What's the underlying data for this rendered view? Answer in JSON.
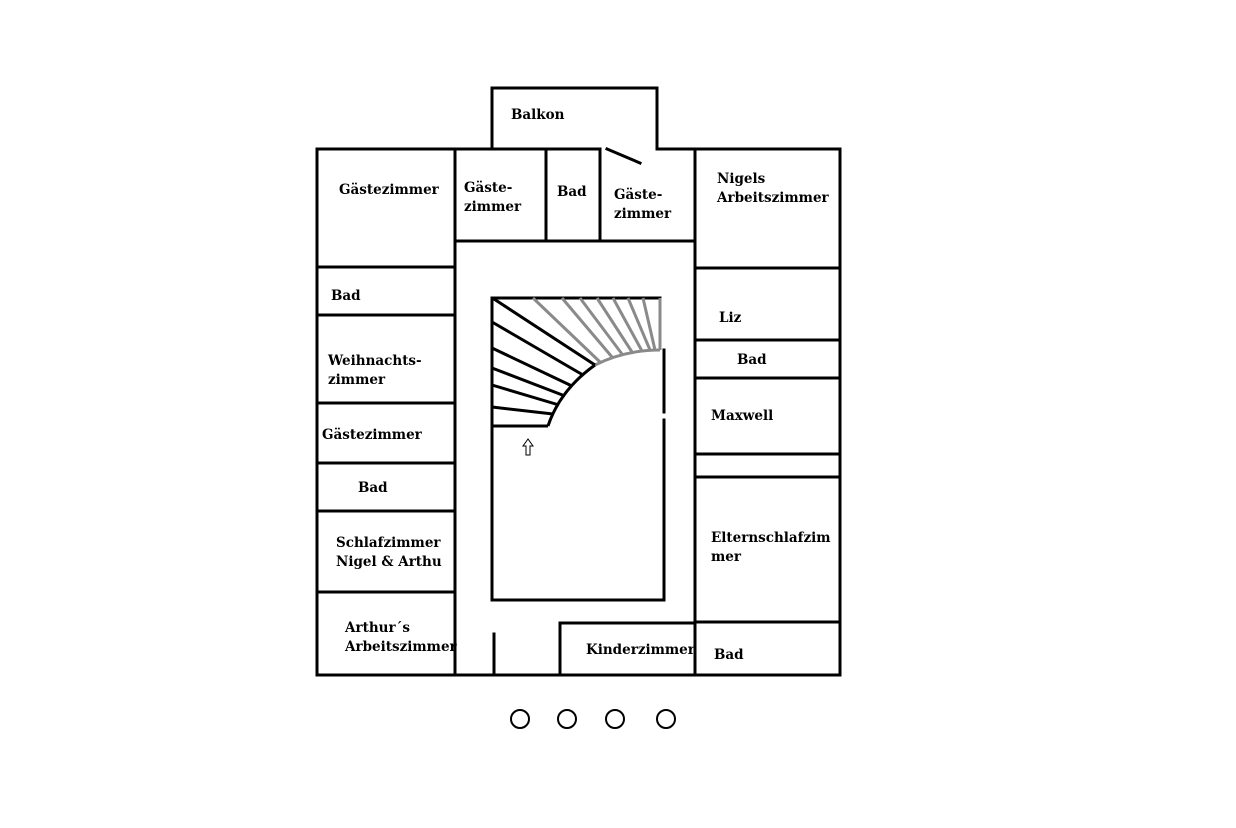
{
  "rooms": {
    "balkon": "Balkon",
    "gaestezimmer_top_left": "Gästezimmer",
    "gaestezimmer_top_mid": [
      "Gäste-",
      "zimmer"
    ],
    "bad_top": "Bad",
    "gaestezimmer_top_right": [
      "Gäste-",
      "zimmer"
    ],
    "nigels_arbeitszimmer": [
      "Nigels",
      "Arbeitszimmer"
    ],
    "bad_left_1": "Bad",
    "weihnachtszimmer": [
      "Weihnachts-",
      "zimmer"
    ],
    "gaestezimmer_left": "Gästezimmer",
    "bad_left_2": "Bad",
    "schlafzimmer_nigel_arthur": [
      "Schlafzimmer",
      "Nigel & Arthu"
    ],
    "arthurs_arbeitszimmer": [
      "Arthur´s",
      "Arbeitszimmer"
    ],
    "liz": "Liz",
    "bad_right_1": "Bad",
    "maxwell": "Maxwell",
    "elternschlafzimmer": [
      "Elternschlafzim",
      "mer"
    ],
    "kinderzimmer": "Kinderzimmer",
    "bad_right_2": "Bad"
  },
  "colors": {
    "walls": "#000000",
    "upper_treads": "#8a8a8a"
  }
}
